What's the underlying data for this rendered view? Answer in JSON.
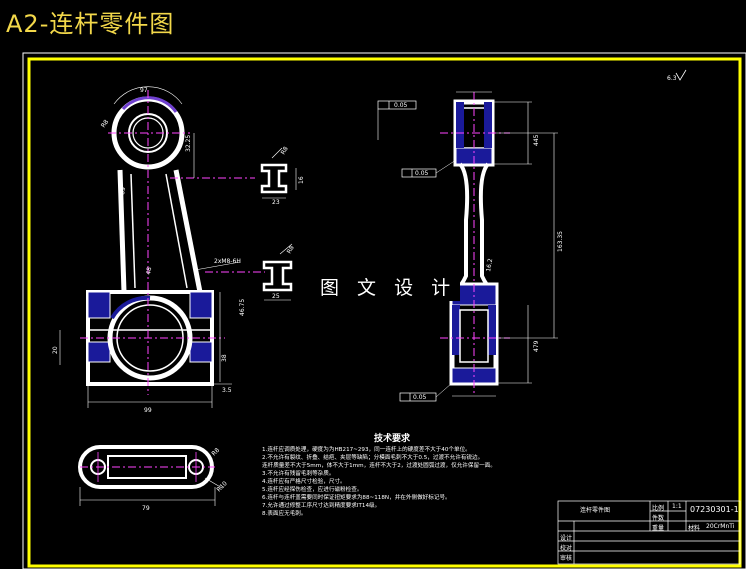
{
  "title": "A2-连杆零件图",
  "watermark": "图 文 设 计",
  "tech_req": {
    "title": "技术要求",
    "lines": [
      "1.连杆应调质处理，硬度为为HB217~293，同一连杆上的硬度差不大于40个单位。",
      "2.不允许有裂纹、折叠、结疤、夹层等缺陷；分模面毛刺不大于0.5，过渡不允许有锐边。",
      "连杆质量差不大于5mm，体不大于1mm，连杆不大于2，过渡处圆弧过渡，仅允许保留一面。",
      "3.不允许有残留毛刺等杂质。",
      "4.连杆应有严格尺寸检验，尺寸。",
      "5.连杆应经探伤检查，应进行磁粉检查。",
      "6.连杆与连杆盖需要同时保证扭矩要求为88~118N，并在外侧做好标记号。",
      "7.允许通过修整工序尺寸达到精度要求IT14级。",
      "8.表面应无毛刺。"
    ]
  },
  "dims": {
    "big_end_width": "99",
    "phi97": "97",
    "d32_25": "32.25",
    "r8": "R8",
    "phi89": "89",
    "phi48": "48",
    "d20": "20",
    "d46_75": "46.75",
    "d38": "38",
    "d3_5": "3.5",
    "thread": "2xM8-6H",
    "d23": "23",
    "d25": "25",
    "d16": "16",
    "cap_len": "79",
    "r10": "R10",
    "d16_2": "16.2",
    "d445": "445",
    "d163": "163.35",
    "d479": "479",
    "roughness": "6.3",
    "frame_left": "0.05",
    "frame_right": "0.05"
  },
  "title_block": {
    "name": "连杆零件图",
    "drawing_no": "07230301-1",
    "scale": "1:1",
    "material": "20CrMnTi",
    "row1": "比例",
    "row2": "件数",
    "row3": "重量",
    "row4": "材料",
    "designer": "设计",
    "checker": "校对",
    "approver": "审核"
  }
}
